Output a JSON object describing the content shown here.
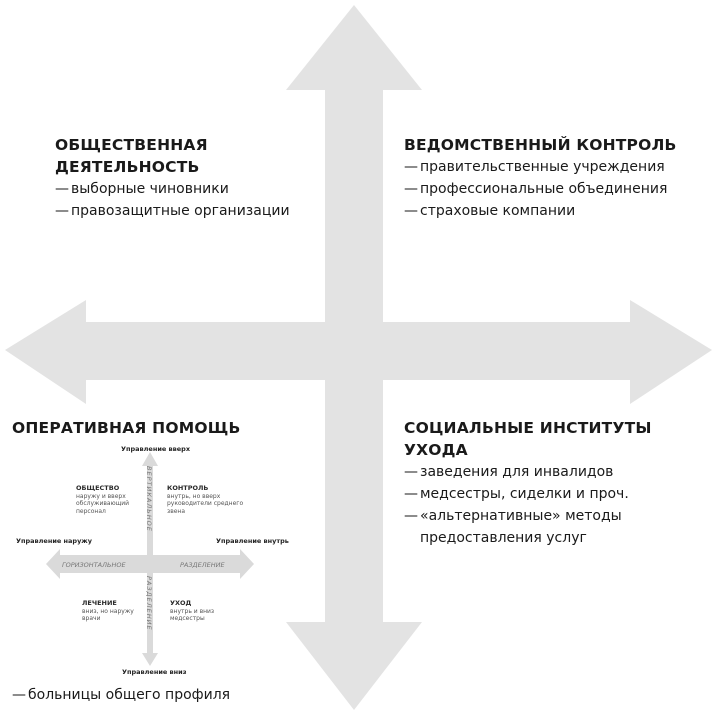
{
  "big_diagram": {
    "top_left": {
      "title_line1": "ОБЩЕСТВЕННАЯ",
      "title_line2": "ДЕЯТЕЛЬНОСТЬ",
      "items": [
        "выборные чиновники",
        "правозащитные организации"
      ]
    },
    "top_right": {
      "title": "ВЕДОМСТВЕННЫЙ КОНТРОЛЬ",
      "items": [
        "правительственные учреждения",
        "профессиональные объединения",
        "страховые компании"
      ]
    },
    "bottom_left": {
      "title": "ОПЕРАТИВНАЯ ПОМОЩЬ",
      "items": [
        "больницы общего профиля"
      ]
    },
    "bottom_right": {
      "title": "СОЦИАЛЬНЫЕ ИНСТИТУТЫ УХОДА",
      "items": [
        "заведения для инвалидов",
        "медсестры, сиделки и проч.",
        "«альтернативные» методы предоставления услуг"
      ]
    },
    "dash": "—",
    "arrow_color": "#e3e3e3"
  },
  "small_diagram": {
    "up_label": "Управление вверх",
    "down_label": "Управление вниз",
    "left_label": "Управление наружу",
    "right_label": "Управление внутрь",
    "horizontal_axis_left": "ГОРИЗОНТАЛЬНОЕ",
    "horizontal_axis_right": "РАЗДЕЛЕНИЕ",
    "vertical_axis_top": "ВЕРТИКАЛЬНОЕ",
    "vertical_axis_bottom": "РАЗДЕЛЕНИЕ",
    "top_left": {
      "title": "ОБЩЕСТВО",
      "note": "наружу и вверх обслуживающий персонал"
    },
    "top_right": {
      "title": "КОНТРОЛЬ",
      "note": "внутрь, но вверх руководители среднего звена"
    },
    "bottom_left": {
      "title": "ЛЕЧЕНИЕ",
      "note": "вниз, но наружу врачи"
    },
    "bottom_right": {
      "title": "УХОД",
      "note": "внутрь и вниз медсестры"
    },
    "arrow_color": "#dadada"
  }
}
